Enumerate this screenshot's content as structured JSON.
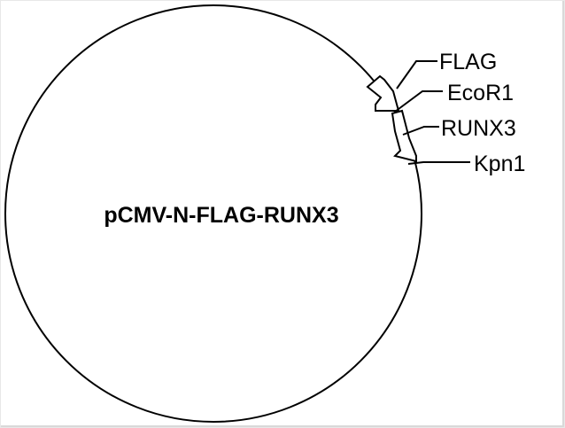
{
  "plasmid": {
    "name": "pCMV-N-FLAG-RUNX3"
  },
  "features": {
    "flag": "FLAG",
    "ecor1": "EcoR1",
    "runx3": "RUNX3",
    "kpn1": "Kpn1"
  },
  "colors": {
    "line": "#000000",
    "background": "#ffffff"
  }
}
